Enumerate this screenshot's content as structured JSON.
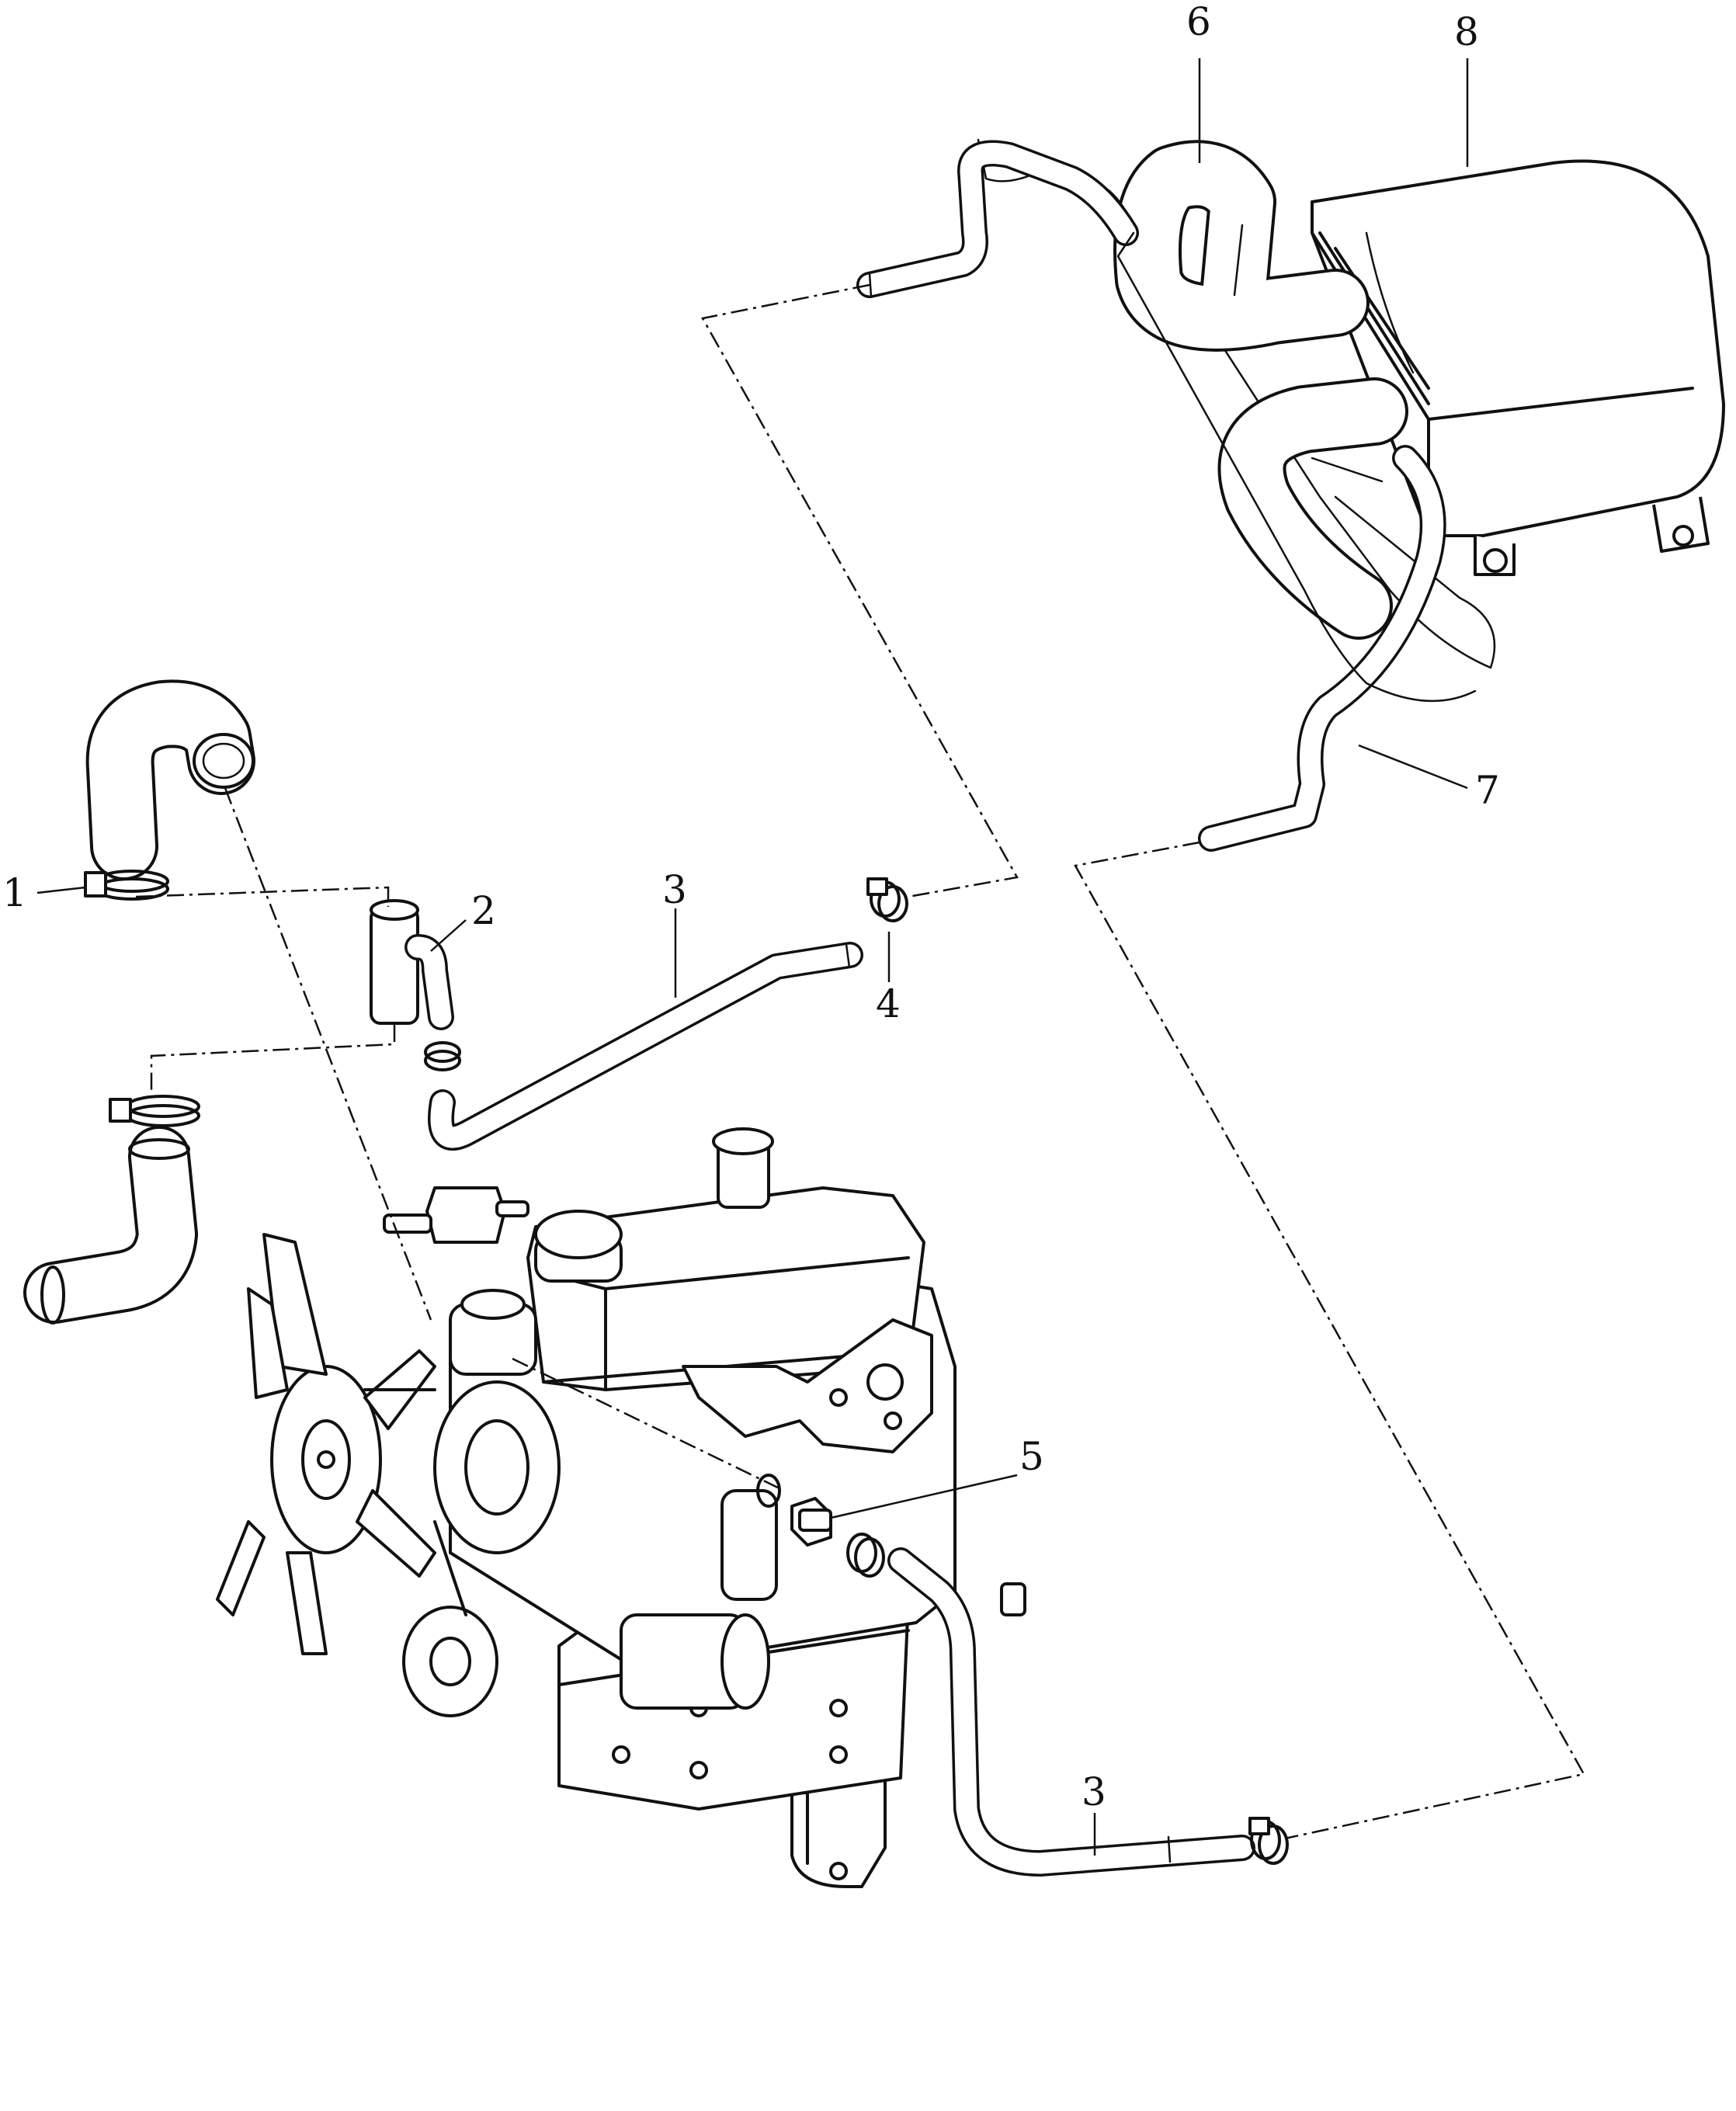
{
  "diagram": {
    "callouts": [
      {
        "id": "1",
        "label": "1"
      },
      {
        "id": "2",
        "label": "2"
      },
      {
        "id": "3a",
        "label": "3"
      },
      {
        "id": "3b",
        "label": "3"
      },
      {
        "id": "4",
        "label": "4"
      },
      {
        "id": "5",
        "label": "5"
      },
      {
        "id": "6",
        "label": "6"
      },
      {
        "id": "7",
        "label": "7"
      },
      {
        "id": "8",
        "label": "8"
      }
    ]
  }
}
